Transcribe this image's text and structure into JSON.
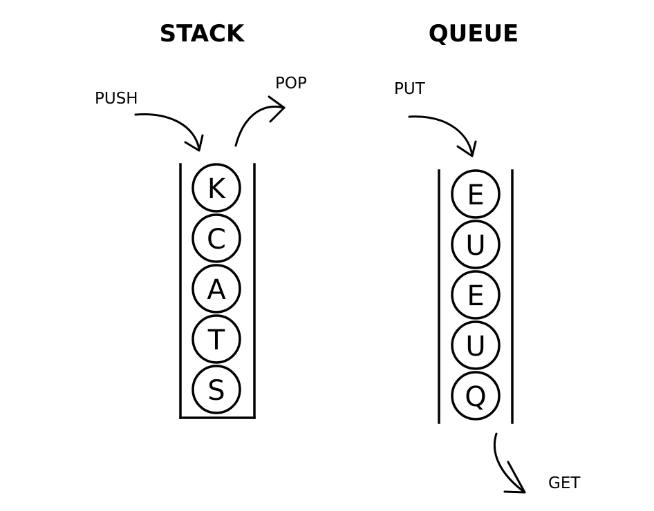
{
  "stack": {
    "title": "STACK",
    "push_label": "PUSH",
    "pop_label": "POP",
    "items": [
      "K",
      "C",
      "A",
      "T",
      "S"
    ]
  },
  "queue": {
    "title": "QUEUE",
    "put_label": "PUT",
    "get_label": "GET",
    "items": [
      "E",
      "U",
      "E",
      "U",
      "Q"
    ]
  }
}
